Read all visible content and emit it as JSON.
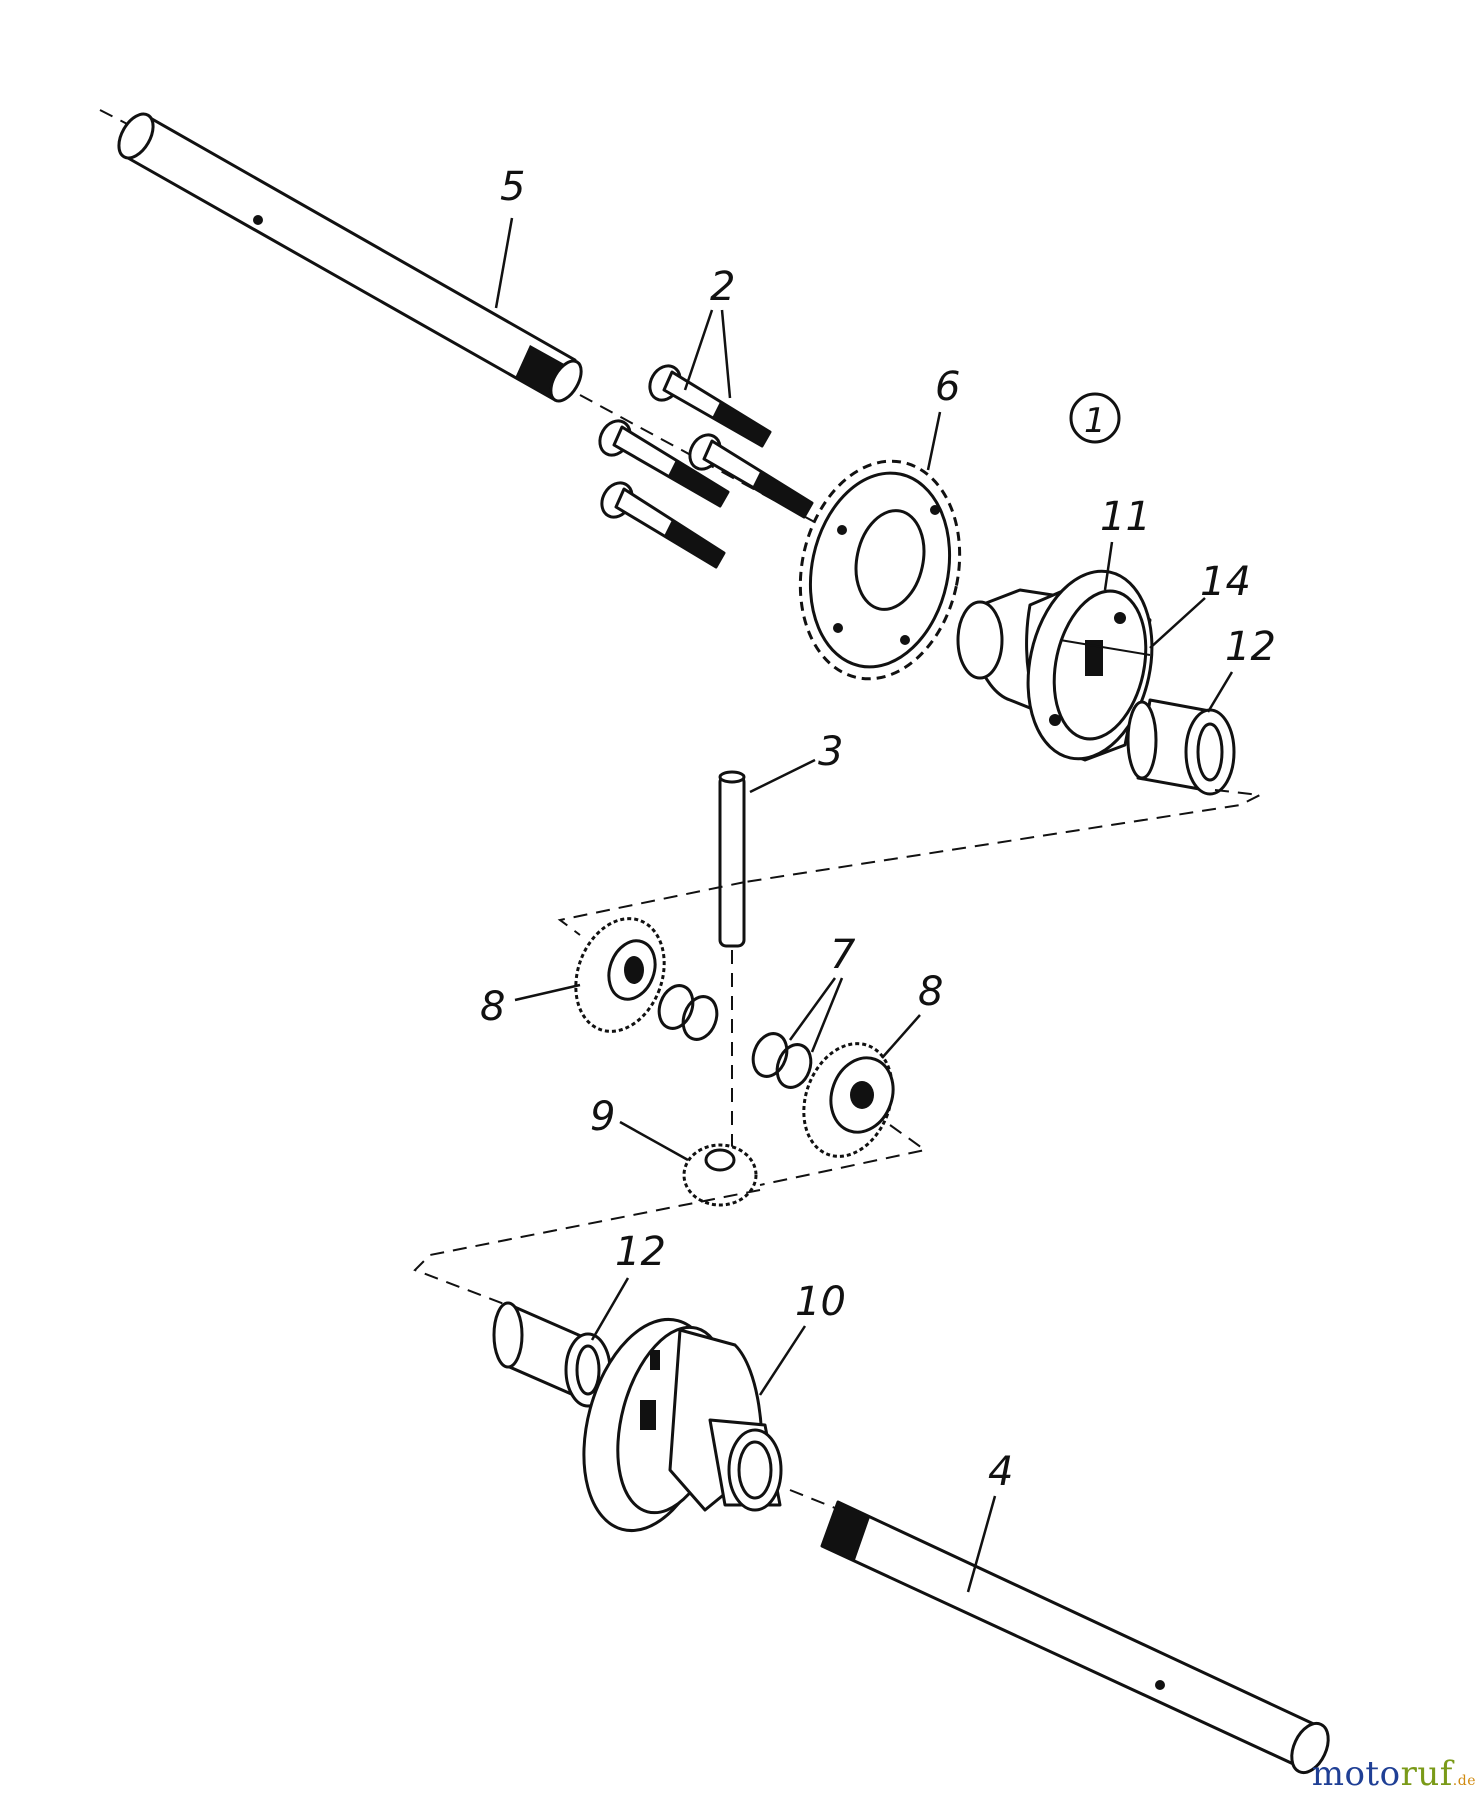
{
  "diagram": {
    "callouts": [
      {
        "id": "5",
        "text": "5"
      },
      {
        "id": "2",
        "text": "2"
      },
      {
        "id": "6",
        "text": "6"
      },
      {
        "id": "1",
        "text": "1"
      },
      {
        "id": "11",
        "text": "11"
      },
      {
        "id": "14",
        "text": "14"
      },
      {
        "id": "12a",
        "text": "12"
      },
      {
        "id": "3",
        "text": "3"
      },
      {
        "id": "7",
        "text": "7"
      },
      {
        "id": "8a",
        "text": "8"
      },
      {
        "id": "8b",
        "text": "8"
      },
      {
        "id": "9",
        "text": "9"
      },
      {
        "id": "12b",
        "text": "12"
      },
      {
        "id": "10",
        "text": "10"
      },
      {
        "id": "4",
        "text": "4"
      }
    ]
  },
  "watermark": {
    "part1": "moto",
    "part2": "ruf",
    "part3": ".de"
  }
}
